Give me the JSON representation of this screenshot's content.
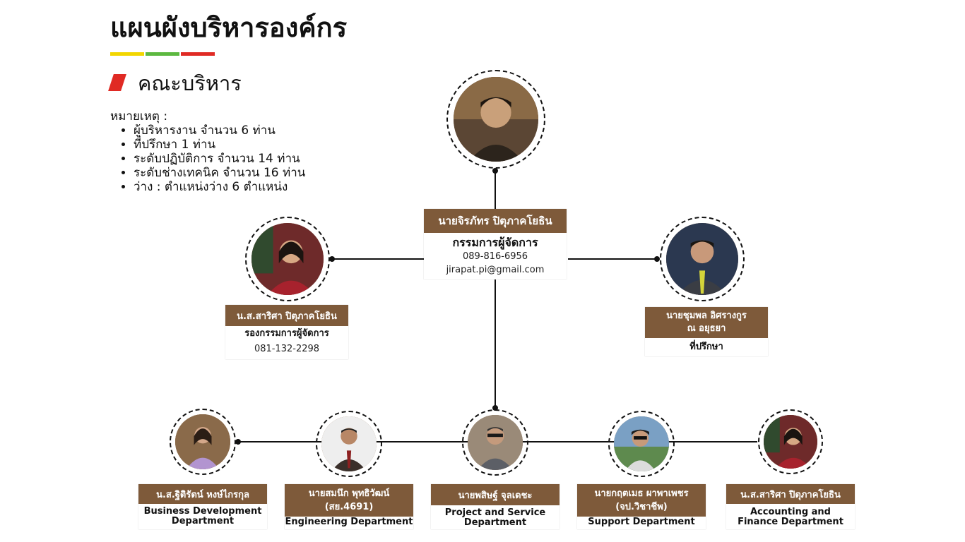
{
  "header": {
    "title": "แผนผังบริหารองค์กร",
    "stripe_colors": [
      "#f2d600",
      "#5cb840",
      "#e02a24"
    ],
    "subtitle": "คณะบริหาร"
  },
  "note": {
    "heading": "หมายเหตุ :",
    "items": [
      "ผู้บริหารงาน จำนวน 6 ท่าน",
      "ที่ปรึกษา 1 ท่าน",
      "ระดับปฏิบัติการ จำนวน 14 ท่าน",
      "ระดับช่างเทคนิค จำนวน 16 ท่าน",
      "ว่าง : ตำแหน่งว่าง 6 ตำแหน่ง"
    ]
  },
  "colors": {
    "card_header": "#7e5a3a",
    "photo_frame": "#7a5432",
    "line": "#111111"
  },
  "people": {
    "director": {
      "name": "นายจิรภัทร ปิตุภาคโยธิน",
      "role": "กรรมการผู้จัดการ",
      "phone": "089-816-6956",
      "email": "jirapat.pi@gmail.com"
    },
    "deputy": {
      "name": "น.ส.สาริศา ปิตุภาคโยธิน",
      "role": "รองกรรมการผู้จัดการ",
      "phone": "081-132-2298"
    },
    "advisor": {
      "name_line1": "นายชุมพล อิศรางกูร",
      "name_line2": "ณ อยุธยา",
      "role": "ที่ปรึกษา"
    },
    "bizdev": {
      "name": "น.ส.ฐิติรัตน์ หงษ์ไกรกุล",
      "dept_line1": "Business Development",
      "dept_line2": "Department"
    },
    "engineering": {
      "name_line1": "นายสมนึก พุทธิวัฒน์",
      "name_line2": "(สย.4691)",
      "dept_line1": "Engineering Department"
    },
    "project": {
      "name": "นายพสิษฐ์ จุลเดชะ",
      "dept_line1": "Project and Service",
      "dept_line2": "Department"
    },
    "support": {
      "name_line1": "นายกฤตเมธ ผาพาเพชร",
      "name_line2": "(จป.วิชาชีพ)",
      "dept_line1": "Support Department"
    },
    "accounting": {
      "name": "น.ส.สาริศา ปิตุภาคโยธิน",
      "dept_line1": "Accounting and",
      "dept_line2": "Finance Department"
    }
  }
}
